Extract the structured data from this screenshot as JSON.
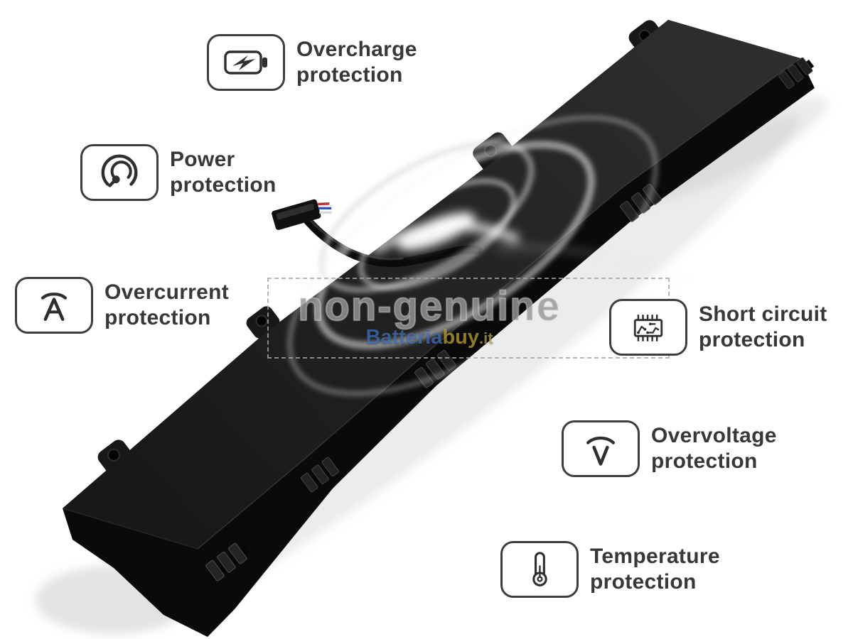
{
  "watermark": {
    "text": "non-genuine",
    "brand_part1": "Batteria",
    "brand_part2": "buy",
    "brand_part3": ".it",
    "text_color": "#8a8a8a",
    "brand_blue": "#3e6cb0",
    "brand_gold": "#b99b2e"
  },
  "features": [
    {
      "line1": "Overcharge",
      "line2": "protection",
      "icon": "battery-charging-icon"
    },
    {
      "line1": "Power",
      "line2": "protection",
      "icon": "power-gauge-icon"
    },
    {
      "line1": "Overcurrent",
      "line2": "protection",
      "icon": "ampere-arc-icon"
    },
    {
      "line1": "Short circuit",
      "line2": "protection",
      "icon": "circuit-chip-icon"
    },
    {
      "line1": "Overvoltage",
      "line2": "protection",
      "icon": "voltage-arc-icon"
    },
    {
      "line1": "Temperature",
      "line2": "protection",
      "icon": "thermometer-icon"
    }
  ],
  "colors": {
    "label_text": "#383838",
    "icon_stroke": "#2f2f2f",
    "icon_box_border": "#3e3e3e",
    "battery_body": "#1e1e1e",
    "battery_side": "#0a0a0a",
    "background": "#ffffff",
    "connector_wire_red": "#c03030",
    "connector_wire_blue": "#2a52b8"
  }
}
